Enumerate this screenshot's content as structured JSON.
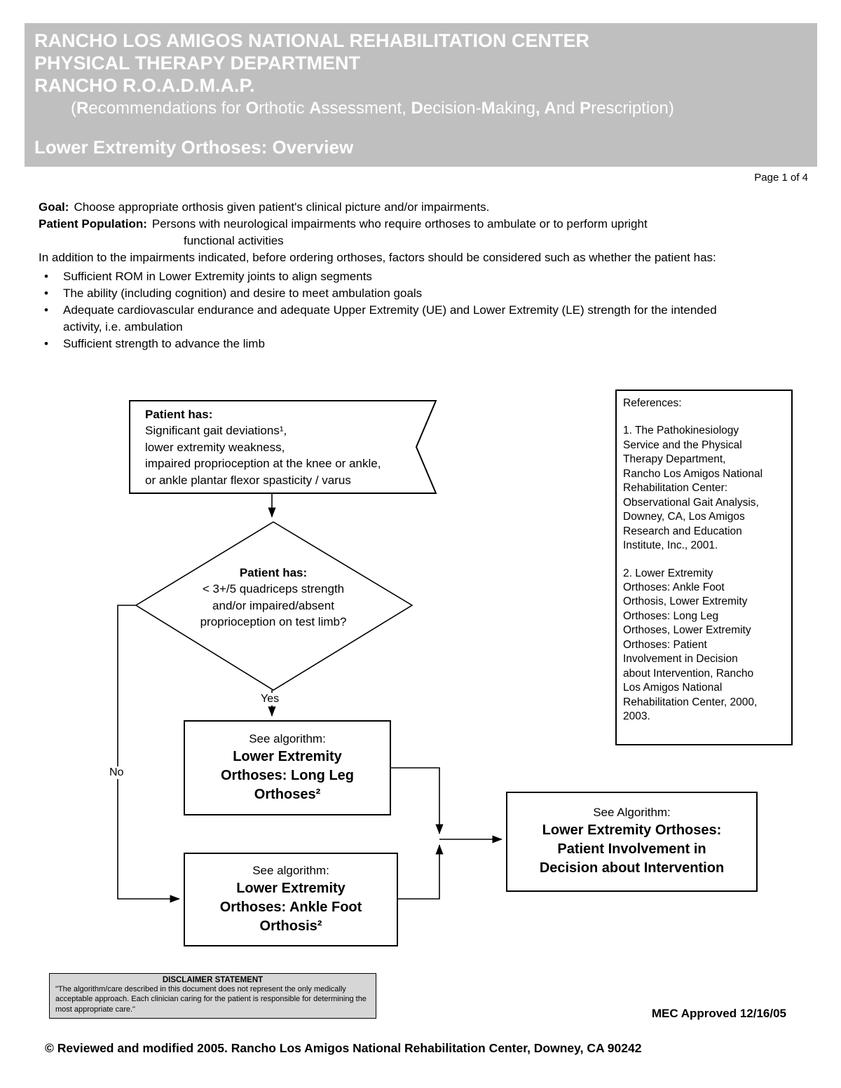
{
  "page": {
    "page_label": "Page 1 of 4"
  },
  "colors": {
    "header_bg": "#bfbfbf",
    "header_text": "#ffffff",
    "disclaimer_bg": "#d6d6d6",
    "line_color": "#000000"
  },
  "header": {
    "line1": "RANCHO LOS AMIGOS NATIONAL REHABILITATION CENTER",
    "line2": "PHYSICAL THERAPY DEPARTMENT",
    "line3": "RANCHO R.O.A.D.M.A.P.",
    "subtitle_segments": [
      {
        "t": "(",
        "b": false
      },
      {
        "t": "R",
        "b": true
      },
      {
        "t": "ecommendations for ",
        "b": false
      },
      {
        "t": "O",
        "b": true
      },
      {
        "t": "rthotic ",
        "b": false
      },
      {
        "t": "A",
        "b": true
      },
      {
        "t": "ssessment, ",
        "b": false
      },
      {
        "t": "D",
        "b": true
      },
      {
        "t": "ecision-",
        "b": false
      },
      {
        "t": "M",
        "b": true
      },
      {
        "t": "aking",
        "b": false
      },
      {
        "t": ", ",
        "b": true
      },
      {
        "t": "A",
        "b": true
      },
      {
        "t": "nd ",
        "b": false
      },
      {
        "t": "P",
        "b": true
      },
      {
        "t": "rescription)",
        "b": false
      }
    ],
    "doc_title": "Lower Extremity Orthoses:  Overview"
  },
  "body": {
    "goal_label": "Goal:",
    "goal_text": "Choose appropriate orthosis given patient's clinical picture and/or impairments.",
    "population_label": "Patient Population:",
    "population_text": "Persons with neurological impairments who require orthoses to ambulate or to perform upright",
    "population_cont": "functional activities",
    "intro_text": "In addition to the impairments indicated, before ordering orthoses, factors should be considered such as whether the patient has:",
    "bullet_char": "•",
    "bullets": [
      "Sufficient ROM in Lower Extremity joints to align segments",
      "The ability (including cognition) and desire to meet ambulation goals",
      "Adequate cardiovascular endurance and adequate Upper Extremity (UE) and Lower Extremity (LE) strength for the intended activity, i.e. ambulation",
      "Sufficient strength to advance the limb"
    ]
  },
  "flowchart": {
    "entry": {
      "title": "Patient has:",
      "lines": "Significant gait deviations¹,\nlower extremity weakness,\nimpaired proprioception at the knee or ankle,\nor ankle plantar flexor spasticity / varus"
    },
    "decision": {
      "title": "Patient has:",
      "lines": "< 3+/5 quadriceps strength\nand/or impaired/absent\nproprioception on test limb?"
    },
    "yes_label": "Yes",
    "no_label": "No",
    "long_leg_box": {
      "pre": "See algorithm:",
      "title": "Lower Extremity\nOrthoses:  Long Leg\nOrthoses²"
    },
    "ankle_foot_box": {
      "pre": "See algorithm:",
      "title": "Lower Extremity\nOrthoses:  Ankle Foot\nOrthosis²"
    },
    "patient_involvement_box": {
      "pre": "See Algorithm:",
      "title": "Lower Extremity Orthoses:\nPatient Involvement in\nDecision about Intervention"
    }
  },
  "references": {
    "title": "References:",
    "items": [
      "1.  The Pathokinesiology\nService and the Physical\nTherapy Department,\nRancho Los Amigos National\nRehabilitation Center:\nObservational Gait Analysis,\nDowney, CA,  Los Amigos\nResearch and Education\nInstitute, Inc., 2001.",
      "2.  Lower Extremity\nOrthoses:  Ankle Foot\nOrthosis, Lower Extremity\nOrthoses:  Long Leg\nOrthoses, Lower Extremity\nOrthoses:  Patient\nInvolvement in Decision\nabout Intervention, Rancho\nLos Amigos National\nRehabilitation Center, 2000,\n2003."
    ]
  },
  "disclaimer": {
    "title": "DISCLAIMER STATEMENT",
    "text": "\"The algorithm/care described in this document does not represent the only medically acceptable approach.  Each clinician caring for the patient is responsible for determining the most appropriate care.\""
  },
  "footer": {
    "approval": "MEC Approved 12/16/05",
    "copyright": "© Reviewed and modified 2005.  Rancho Los Amigos National Rehabilitation Center, Downey, CA 90242"
  }
}
